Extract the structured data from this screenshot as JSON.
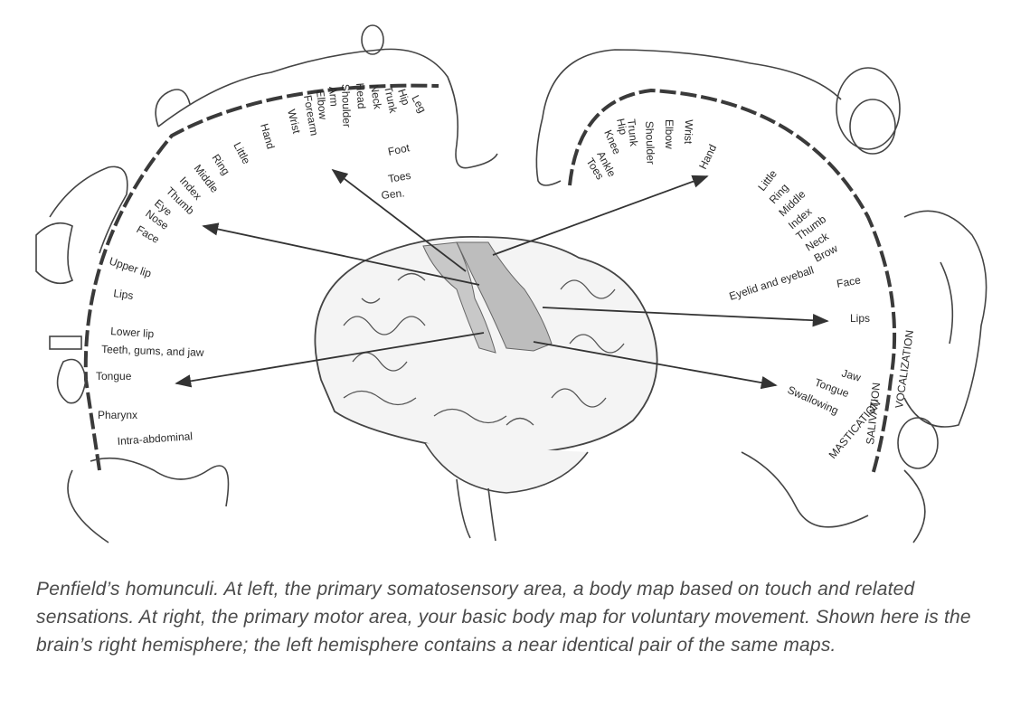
{
  "sensory_labels": [
    "Leg",
    "Hip",
    "Trunk",
    "Neck",
    "Head",
    "Shoulder",
    "Arm",
    "Elbow",
    "Forearm",
    "Wrist",
    "Hand",
    "Little",
    "Ring",
    "Middle",
    "Index",
    "Thumb",
    "Eye",
    "Nose",
    "Face",
    "Upper lip",
    "Lips",
    "Lower lip",
    "Teeth, gums, and jaw",
    "Tongue",
    "Pharynx",
    "Intra-abdominal"
  ],
  "sensory_extra": [
    "Foot",
    "Toes",
    "Gen."
  ],
  "motor_labels": [
    "Toes",
    "Ankle",
    "Knee",
    "Hip",
    "Trunk",
    "Shoulder",
    "Elbow",
    "Wrist",
    "Hand",
    "Little",
    "Ring",
    "Middle",
    "Index",
    "Thumb",
    "Neck",
    "Brow",
    "Eyelid and eyeball",
    "Face",
    "Lips",
    "Jaw",
    "Tongue",
    "Swallowing"
  ],
  "motor_vertical": [
    "VOCALIZATION",
    "SALIVATION",
    "MASTICATION"
  ],
  "caption": "Penfield’s homunculi. At left, the primary somatosensory area, a body map based on touch and related sensations. At right, the primary motor area, your basic body map for voluntary movement. Shown here is the brain’s right hemisphere; the left hemisphere contains a near identical pair of the same maps."
}
